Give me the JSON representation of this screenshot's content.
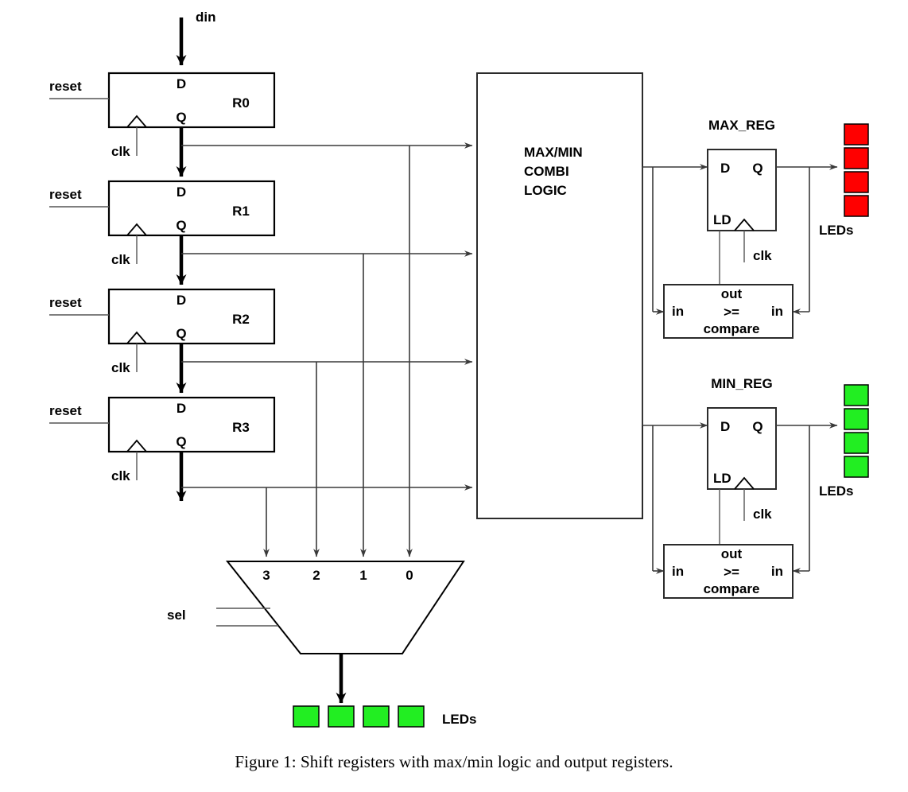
{
  "figure": {
    "caption": "Figure 1: Shift registers with max/min logic and output registers.",
    "colors": {
      "led_red": "#FF0000",
      "led_green": "#22EE22",
      "wire": "#3a3a3a",
      "box_border": "#2b2b2b",
      "text": "#000000",
      "background": "#ffffff"
    }
  },
  "inputs": {
    "din_label": "din",
    "sel_label": "sel"
  },
  "shift_registers": [
    {
      "name": "R0",
      "d_label": "D",
      "q_label": "Q",
      "reset_label": "reset",
      "clk_label": "clk"
    },
    {
      "name": "R1",
      "d_label": "D",
      "q_label": "Q",
      "reset_label": "reset",
      "clk_label": "clk"
    },
    {
      "name": "R2",
      "d_label": "D",
      "q_label": "Q",
      "reset_label": "reset",
      "clk_label": "clk"
    },
    {
      "name": "R3",
      "d_label": "D",
      "q_label": "Q",
      "reset_label": "reset",
      "clk_label": "clk"
    }
  ],
  "combi_logic": {
    "line1": "MAX/MIN",
    "line2": "COMBI",
    "line3": "LOGIC"
  },
  "max_path": {
    "title": "MAX_REG",
    "d_label": "D",
    "q_label": "Q",
    "ld_label": "LD",
    "clk_label": "clk",
    "leds_label": "LEDs",
    "led_count": 4,
    "led_color": "#FF0000",
    "compare": {
      "out_label": "out",
      "op_label": ">=",
      "name_label": "compare",
      "in_left_label": "in",
      "in_right_label": "in"
    }
  },
  "min_path": {
    "title": "MIN_REG",
    "d_label": "D",
    "q_label": "Q",
    "ld_label": "LD",
    "clk_label": "clk",
    "leds_label": "LEDs",
    "led_count": 4,
    "led_color": "#22EE22",
    "compare": {
      "out_label": "out",
      "op_label": ">=",
      "name_label": "compare",
      "in_left_label": "in",
      "in_right_label": "in"
    }
  },
  "mux": {
    "input_labels": [
      "3",
      "2",
      "1",
      "0"
    ],
    "sel_label": "sel",
    "sel_line_count": 2,
    "output_leds_label": "LEDs",
    "output_led_count": 4,
    "output_led_color": "#22EE22"
  }
}
